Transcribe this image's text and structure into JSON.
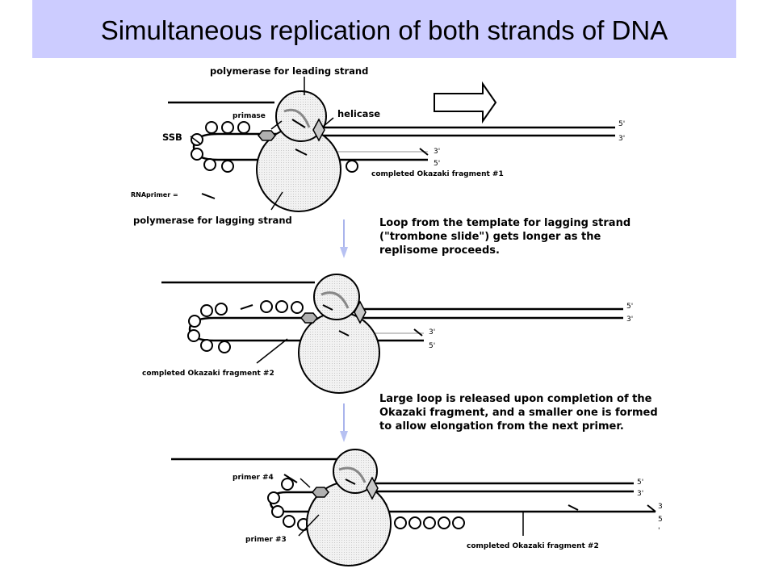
{
  "title": "Simultaneous replication of both strands of DNA",
  "colors": {
    "title_bar": "#ccccff",
    "enzyme_fill": "#e8e8e8",
    "rna_primer": "#cfcfcf",
    "flow_arrow": "#b7c1f2"
  },
  "panel1": {
    "polymerase_leading": "polymerase for leading strand",
    "primase": "primase",
    "helicase": "helicase",
    "ssb": "SSB",
    "end_5_top": "5'",
    "end_3_top": "3'",
    "end_3_frag": "3'",
    "end_5_frag": "5'",
    "okazaki1": "completed Okazaki fragment #1",
    "rna_primer": "RNAprimer =",
    "polymerase_lagging": "polymerase for lagging strand"
  },
  "note1": [
    "Loop from the template for lagging strand",
    "(\"trombone slide\") gets longer as the",
    "replisome proceeds."
  ],
  "panel2": {
    "end_5_top": "5'",
    "end_3_top": "3'",
    "end_3_frag": "3'",
    "end_5_frag": "5'",
    "okazaki2": "completed Okazaki fragment  #2"
  },
  "note2": [
    "Large loop is released upon completion of the",
    "Okazaki fragment, and a smaller one is formed",
    "to allow elongation from the next primer."
  ],
  "panel3": {
    "primer4": "primer #4",
    "primer3": "primer #3",
    "end_5_top": "5'",
    "end_3_top": "3'",
    "end_3_right": "3",
    "end_5_right": "5",
    "end_dot": "'",
    "okazaki2": "completed Okazaki fragment #2"
  }
}
